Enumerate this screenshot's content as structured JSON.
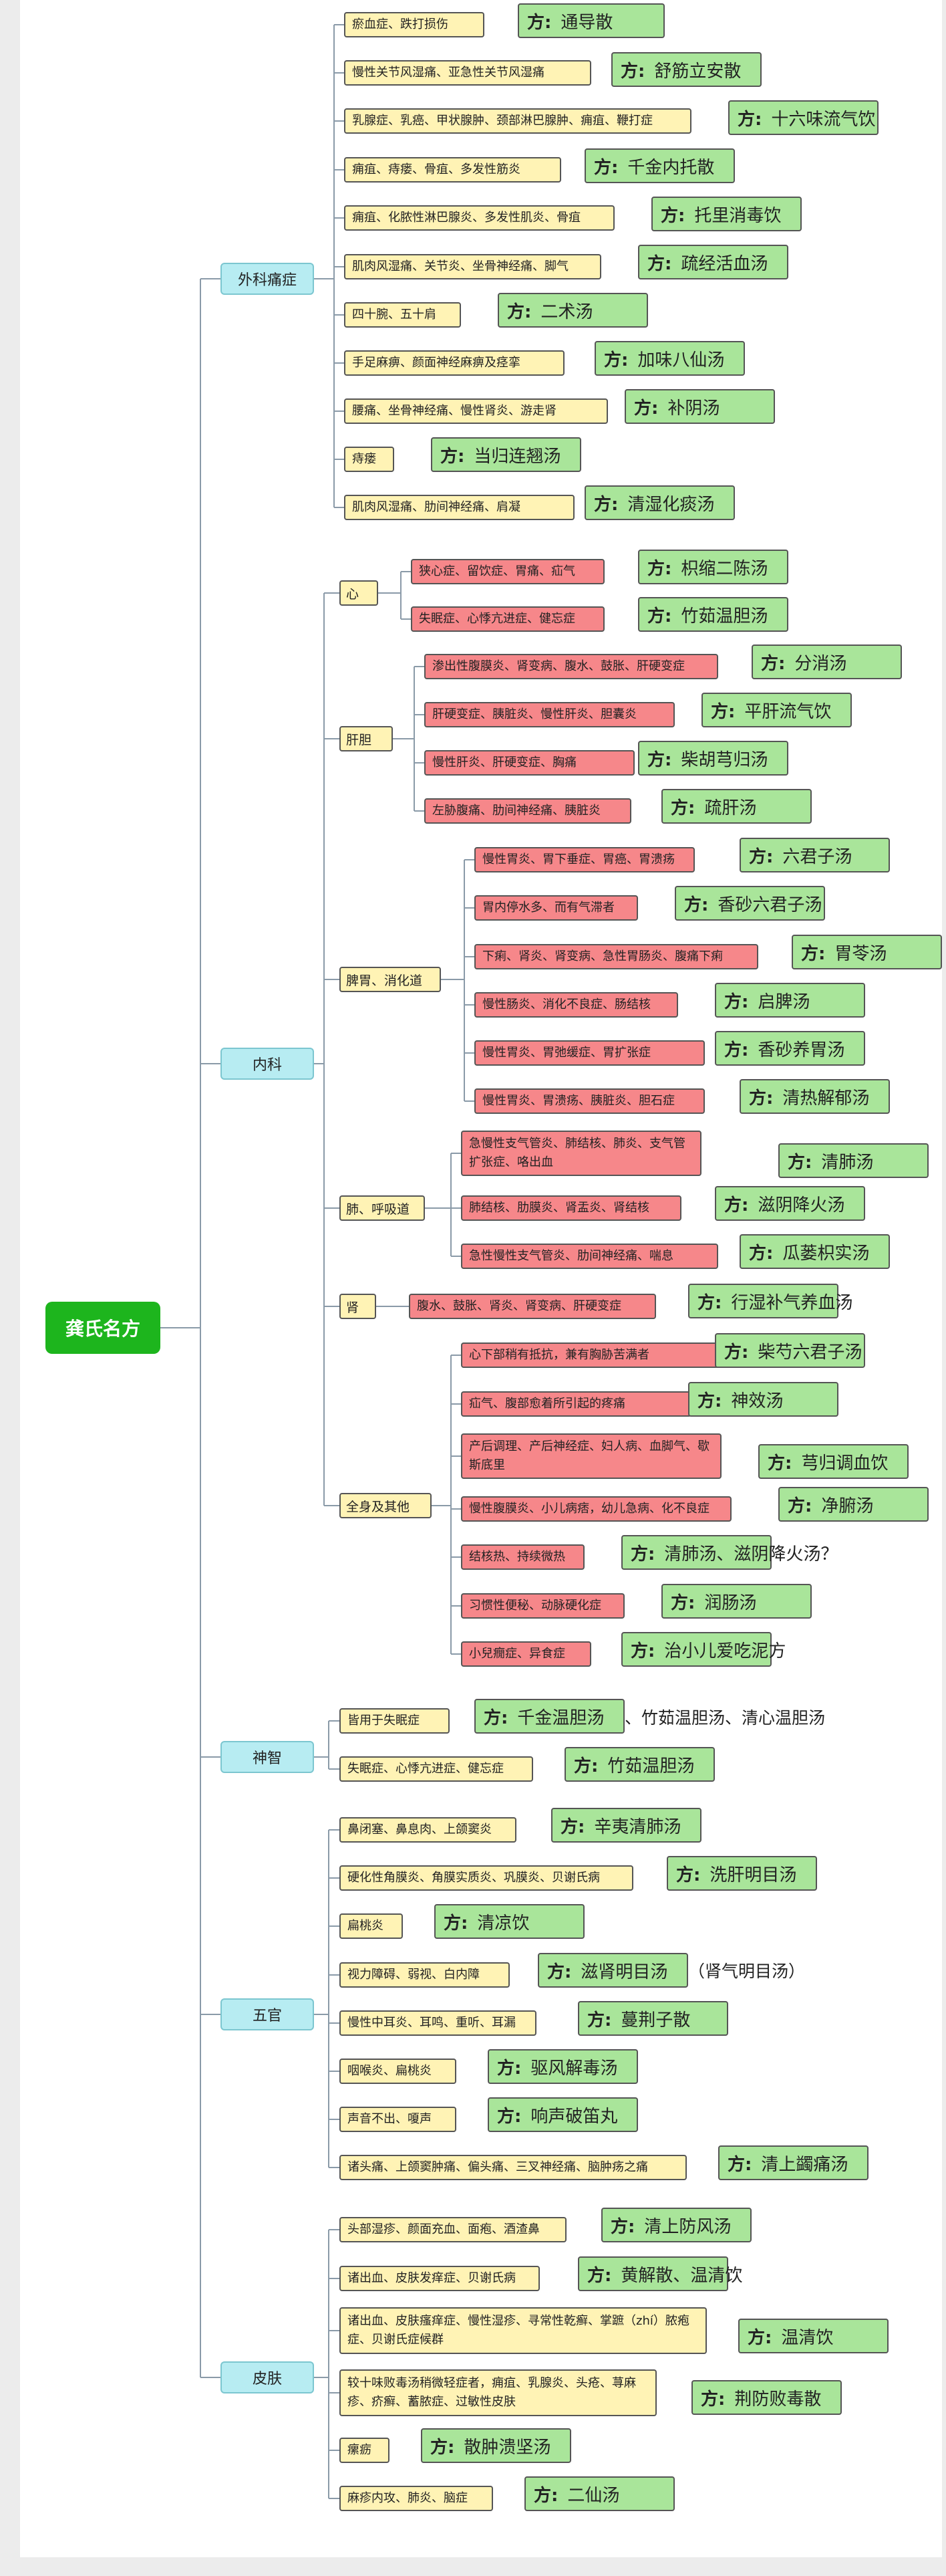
{
  "root": "龚氏名方",
  "categories": [
    {
      "label": "外科痛症",
      "items": [
        {
          "symptom": "瘀血症、跌打损伤",
          "formula": "通导散"
        },
        {
          "symptom": "慢性关节风湿痛、亚急性关节风湿痛",
          "formula": "舒筋立安散"
        },
        {
          "symptom": "乳腺症、乳癌、甲状腺肿、颈部淋巴腺肿、痈疽、鞭打症",
          "formula": "十六味流气饮"
        },
        {
          "symptom": "痈疽、痔瘘、骨疽、多发性筋炎",
          "formula": "千金内托散"
        },
        {
          "symptom": "痈疽、化脓性淋巴腺炎、多发性肌炎、骨疽",
          "formula": "托里消毒饮"
        },
        {
          "symptom": "肌肉风湿痛、关节炎、坐骨神经痛、脚气",
          "formula": "疏经活血汤"
        },
        {
          "symptom": "四十腕、五十肩",
          "formula": "二术汤"
        },
        {
          "symptom": "手足麻痹、颜面神经麻痹及痉挛",
          "formula": "加味八仙汤"
        },
        {
          "symptom": "腰痛、坐骨神经痛、慢性肾炎、游走肾",
          "formula": "补阴汤"
        },
        {
          "symptom": "痔瘘",
          "formula": "当归连翘汤"
        },
        {
          "symptom": "肌肉风湿痛、肋间神经痛、肩凝",
          "formula": "清湿化痰汤"
        }
      ]
    },
    {
      "label": "内科",
      "groups": [
        {
          "label": "心",
          "items": [
            {
              "symptom": "狭心症、留饮症、胃痛、疝气",
              "formula": "枳缩二陈汤"
            },
            {
              "symptom": "失眠症、心悸亢进症、健忘症",
              "formula": "竹茹温胆汤"
            }
          ]
        },
        {
          "label": "肝胆",
          "items": [
            {
              "symptom": "渗出性腹膜炎、肾变病、腹水、鼓胀、肝硬变症",
              "formula": "分消汤"
            },
            {
              "symptom": "肝硬变症、胰脏炎、慢性肝炎、胆囊炎",
              "formula": "平肝流气饮"
            },
            {
              "symptom": "慢性肝炎、肝硬变症、胸痛",
              "formula": "柴胡芎归汤"
            },
            {
              "symptom": "左胁腹痛、肋间神经痛、胰脏炎",
              "formula": "疏肝汤"
            }
          ]
        },
        {
          "label": "脾胃、消化道",
          "items": [
            {
              "symptom": "慢性胃炎、胃下垂症、胃癌、胃溃疡",
              "formula": "六君子汤"
            },
            {
              "symptom": "胃内停水多、而有气滞者",
              "formula": "香砂六君子汤"
            },
            {
              "symptom": "下痢、肾炎、肾变病、急性胃肠炎、腹痛下痢",
              "formula": "胃苓汤"
            },
            {
              "symptom": "慢性肠炎、消化不良症、肠结核",
              "formula": "启脾汤"
            },
            {
              "symptom": "慢性胃炎、胃弛缓症、胃扩张症",
              "formula": "香砂养胃汤"
            },
            {
              "symptom": "慢性胃炎、胃溃疡、胰脏炎、胆石症",
              "formula": "清热解郁汤"
            }
          ]
        },
        {
          "label": "肺、呼吸道",
          "items": [
            {
              "symptom": "急慢性支气管炎、肺结核、肺炎、支气管扩张症、咯出血",
              "formula": "清肺汤"
            },
            {
              "symptom": "肺结核、肋膜炎、肾盂炎、肾结核",
              "formula": "滋阴降火汤"
            },
            {
              "symptom": "急性慢性支气管炎、肋间神经痛、喘息",
              "formula": "瓜蒌枳实汤"
            }
          ]
        },
        {
          "label": "肾",
          "items": [
            {
              "symptom": "腹水、鼓胀、肾炎、肾变病、肝硬变症",
              "formula": "行湿补气养血汤"
            }
          ]
        },
        {
          "label": "全身及其他",
          "items": [
            {
              "symptom": "心下部稍有抵抗，兼有胸胁苦满者",
              "formula": "柴芍六君子汤"
            },
            {
              "symptom": "疝气、腹部愈着所引起的疼痛",
              "formula": "神效汤"
            },
            {
              "symptom": "产后调理、产后神经症、妇人病、血脚气、歇斯底里",
              "formula": "芎归调血饮"
            },
            {
              "symptom": "慢性腹膜炎、小儿病痞，幼儿急病、化不良症",
              "formula": "净腑汤"
            },
            {
              "symptom": "结核热、持续微热",
              "formula": "清肺汤、滋阴降火汤？"
            },
            {
              "symptom": "习惯性便秘、动脉硬化症",
              "formula": "润肠汤"
            },
            {
              "symptom": "小兒癇症、异食症",
              "formula": "治小儿爱吃泥方"
            }
          ]
        }
      ]
    },
    {
      "label": "神智",
      "items": [
        {
          "symptom": "皆用于失眠症",
          "formula": "千金温胆汤",
          "note": "、竹茹温胆汤、清心温胆汤"
        },
        {
          "symptom": "失眠症、心悸亢进症、健忘症",
          "formula": "竹茹温胆汤"
        }
      ]
    },
    {
      "label": "五官",
      "items": [
        {
          "symptom": "鼻闭塞、鼻息肉、上颌窦炎",
          "formula": "辛夷清肺汤"
        },
        {
          "symptom": "硬化性角膜炎、角膜实质炎、巩膜炎、贝谢氏病",
          "formula": "洗肝明目汤"
        },
        {
          "symptom": "扁桃炎",
          "formula": "清凉饮"
        },
        {
          "symptom": "视力障碍、弱视、白内障",
          "formula": "滋肾明目汤",
          "note": "（肾气明目汤）"
        },
        {
          "symptom": "慢性中耳炎、耳鸣、重听、耳漏",
          "formula": "蔓荆子散"
        },
        {
          "symptom": "咽喉炎、扁桃炎",
          "formula": "驱风解毒汤"
        },
        {
          "symptom": "声音不出、嗄声",
          "formula": "响声破笛丸"
        },
        {
          "symptom": "诸头痛、上颌窦肿痛、偏头痛、三叉神经痛、脑肿疡之痛",
          "formula": "清上蠲痛汤"
        }
      ]
    },
    {
      "label": "皮肤",
      "items": [
        {
          "symptom": "头部湿疹、颜面充血、面疱、酒渣鼻",
          "formula": "清上防风汤"
        },
        {
          "symptom": "诸出血、皮肤发痒症、贝谢氏病",
          "formula": "黄解散、温清饮"
        },
        {
          "symptom": "诸出血、皮肤瘙痒症、慢性湿疹、寻常性乾癣、掌蹠（zhí）脓疱症、贝谢氏症候群",
          "formula": "温清饮"
        },
        {
          "symptom": "较十味败毒汤稍微轻症者，痈疽、乳腺炎、头疮、荨麻疹、疥癣、蓄脓症、过敏性皮肤",
          "formula": "荆防败毒散"
        },
        {
          "symptom": "瘰疬",
          "formula": "散肿溃坚汤"
        },
        {
          "symptom": "麻疹内攻、肺炎、脑症",
          "formula": "二仙汤"
        }
      ]
    }
  ],
  "formula_prefix": "方:",
  "colors": {
    "root": "#1db51d",
    "category": "#b7ecf2",
    "subgroup": "#fff3b5",
    "symptom_surgery": "#fff3b5",
    "symptom_internal": "#f6878a",
    "formula": "#a9e59a",
    "connector": "#8a9aa8"
  }
}
